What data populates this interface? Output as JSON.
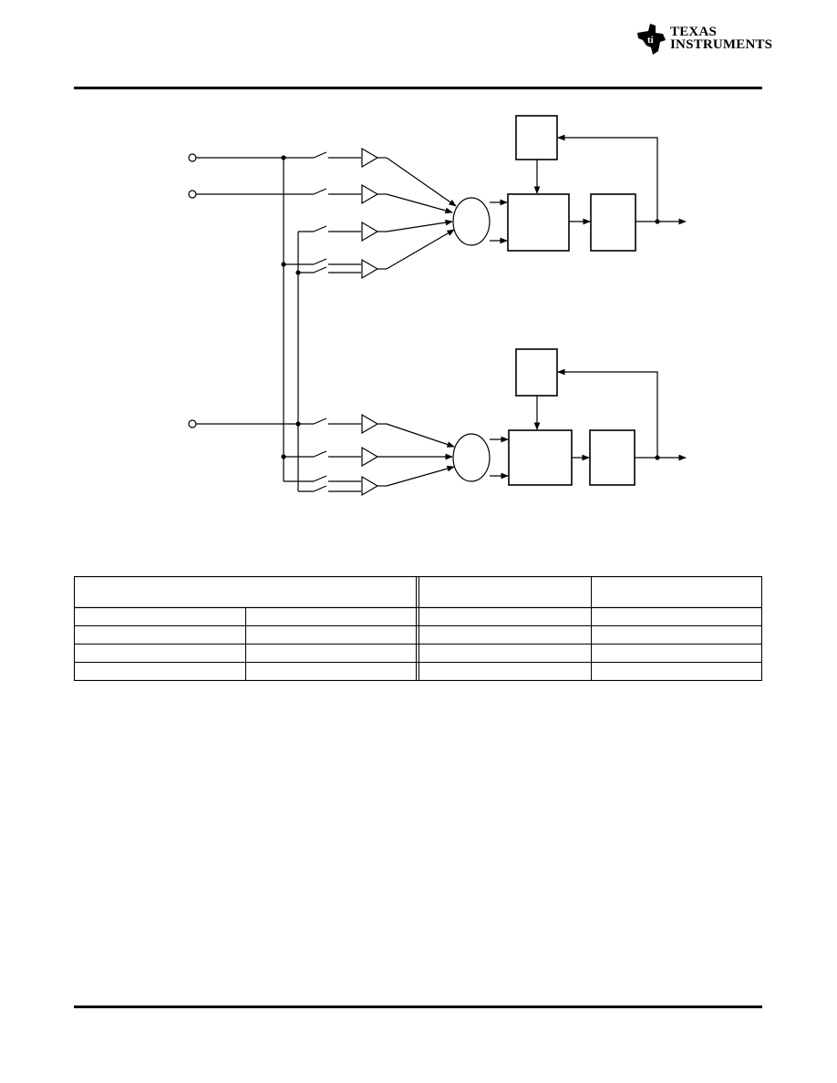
{
  "header": {
    "brand_line1": "TEXAS",
    "brand_line2": "INSTRUMENTS"
  },
  "diagram": {
    "upper_channel_inputs": 4,
    "lower_channel_inputs": 3
  },
  "table": {
    "header_row": [
      "",
      "",
      ""
    ],
    "rows": [
      [
        "",
        "",
        "",
        ""
      ],
      [
        "",
        "",
        "",
        ""
      ],
      [
        "",
        "",
        "",
        ""
      ],
      [
        "",
        "",
        "",
        ""
      ]
    ]
  }
}
